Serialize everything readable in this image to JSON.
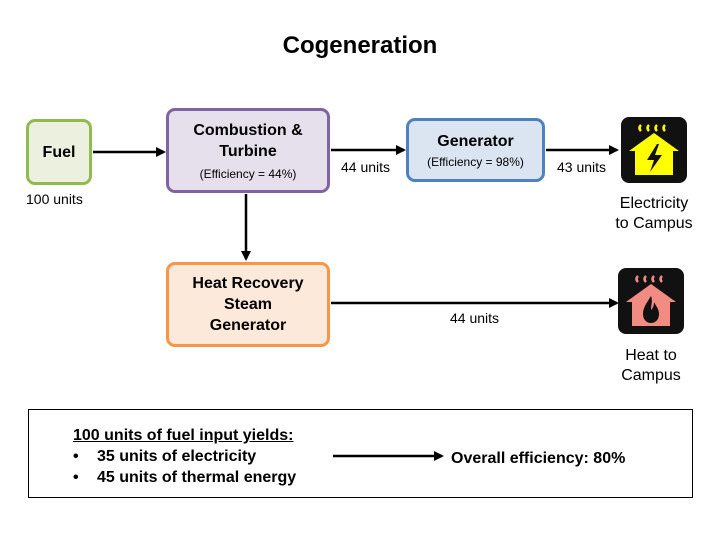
{
  "title": "Cogeneration",
  "nodes": {
    "fuel": {
      "label": "Fuel",
      "amount": "100 units"
    },
    "combustion": {
      "label_line1": "Combustion &",
      "label_line2": "Turbine",
      "efficiency": "(Efficiency = 44%)"
    },
    "generator": {
      "label": "Generator",
      "efficiency": "(Efficiency = 98%)"
    },
    "hrsg": {
      "label_line1": "Heat Recovery",
      "label_line2": "Steam",
      "label_line3": "Generator"
    }
  },
  "flows": {
    "turbine_to_generator": "44 units",
    "generator_to_electricity": "43 units",
    "hrsg_to_heat": "44 units"
  },
  "destinations": {
    "electricity": {
      "line1": "Electricity",
      "line2": "to Campus",
      "icon": "house-lightning-icon",
      "color": "#ffff00"
    },
    "heat": {
      "line1": "Heat to",
      "line2": "Campus",
      "icon": "house-flame-icon",
      "color": "#f28b82"
    }
  },
  "summary": {
    "heading": "100 units of fuel input yields:",
    "bullets": [
      "35 units of electricity",
      "45 units of thermal energy"
    ],
    "bullet_symbol": "•",
    "result": "Overall efficiency: 80%"
  }
}
